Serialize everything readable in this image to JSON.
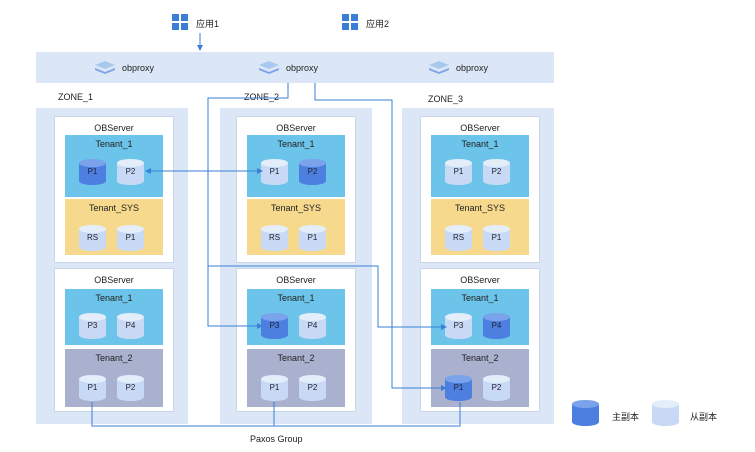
{
  "apps": [
    {
      "label": "应用1",
      "icon": "windows-app-icon"
    },
    {
      "label": "应用2",
      "icon": "windows-app-icon"
    }
  ],
  "proxies": [
    {
      "label": "obproxy",
      "icon": "stack-layers-icon"
    },
    {
      "label": "obproxy",
      "icon": "stack-layers-icon"
    },
    {
      "label": "obproxy",
      "icon": "stack-layers-icon"
    }
  ],
  "zones": [
    {
      "label": "ZONE_1",
      "servers": [
        {
          "title": "OBServer",
          "tenants": [
            {
              "name": "Tenant_1",
              "color": "#6cc4ea",
              "replicas": [
                {
                  "label": "P1",
                  "role": "primary"
                },
                {
                  "label": "P2",
                  "role": "secondary"
                }
              ]
            },
            {
              "name": "Tenant_SYS",
              "color": "#f6d98c",
              "replicas": [
                {
                  "label": "RS",
                  "role": "secondary"
                },
                {
                  "label": "P1",
                  "role": "secondary"
                }
              ]
            }
          ]
        },
        {
          "title": "OBServer",
          "tenants": [
            {
              "name": "Tenant_1",
              "color": "#6cc4ea",
              "replicas": [
                {
                  "label": "P3",
                  "role": "secondary"
                },
                {
                  "label": "P4",
                  "role": "secondary"
                }
              ]
            },
            {
              "name": "Tenant_2",
              "color": "#a9b1cf",
              "replicas": [
                {
                  "label": "P1",
                  "role": "secondary"
                },
                {
                  "label": "P2",
                  "role": "secondary"
                }
              ]
            }
          ]
        }
      ]
    },
    {
      "label": "ZONE_2",
      "servers": [
        {
          "title": "OBServer",
          "tenants": [
            {
              "name": "Tenant_1",
              "color": "#6cc4ea",
              "replicas": [
                {
                  "label": "P1",
                  "role": "secondary"
                },
                {
                  "label": "P2",
                  "role": "primary"
                }
              ]
            },
            {
              "name": "Tenant_SYS",
              "color": "#f6d98c",
              "replicas": [
                {
                  "label": "RS",
                  "role": "secondary"
                },
                {
                  "label": "P1",
                  "role": "secondary"
                }
              ]
            }
          ]
        },
        {
          "title": "OBServer",
          "tenants": [
            {
              "name": "Tenant_1",
              "color": "#6cc4ea",
              "replicas": [
                {
                  "label": "P3",
                  "role": "primary"
                },
                {
                  "label": "P4",
                  "role": "secondary"
                }
              ]
            },
            {
              "name": "Tenant_2",
              "color": "#a9b1cf",
              "replicas": [
                {
                  "label": "P1",
                  "role": "secondary"
                },
                {
                  "label": "P2",
                  "role": "secondary"
                }
              ]
            }
          ]
        }
      ]
    },
    {
      "label": "ZONE_3",
      "servers": [
        {
          "title": "OBServer",
          "tenants": [
            {
              "name": "Tenant_1",
              "color": "#6cc4ea",
              "replicas": [
                {
                  "label": "P1",
                  "role": "secondary"
                },
                {
                  "label": "P2",
                  "role": "secondary"
                }
              ]
            },
            {
              "name": "Tenant_SYS",
              "color": "#f6d98c",
              "replicas": [
                {
                  "label": "RS",
                  "role": "secondary"
                },
                {
                  "label": "P1",
                  "role": "secondary"
                }
              ]
            }
          ]
        },
        {
          "title": "OBServer",
          "tenants": [
            {
              "name": "Tenant_1",
              "color": "#6cc4ea",
              "replicas": [
                {
                  "label": "P3",
                  "role": "secondary"
                },
                {
                  "label": "P4",
                  "role": "primary"
                }
              ]
            },
            {
              "name": "Tenant_2",
              "color": "#a9b1cf",
              "replicas": [
                {
                  "label": "P1",
                  "role": "primary"
                },
                {
                  "label": "P2",
                  "role": "secondary"
                }
              ]
            }
          ]
        }
      ]
    }
  ],
  "paxos_label": "Paxos Group",
  "legend": {
    "primary": "主副本",
    "secondary": "从副本"
  },
  "colors": {
    "primary_replica": "#4d7fe0",
    "secondary_replica": "#c7d9f4",
    "zone_bg": "#dbe7f7",
    "line": "#3a7fd5"
  }
}
